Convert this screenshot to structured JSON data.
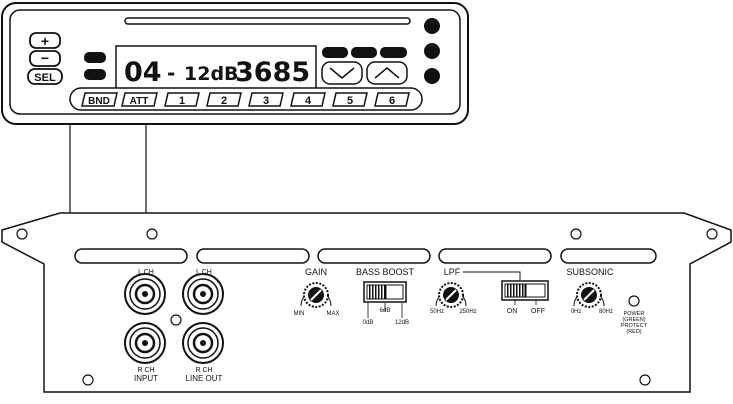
{
  "head_unit": {
    "left_buttons": [
      "+",
      "−",
      "SEL"
    ],
    "display": {
      "channel": "04",
      "separator": "-",
      "level": "12dB",
      "frequency": "3685"
    },
    "bottom_buttons": [
      "BND",
      "ATT",
      "1",
      "2",
      "3",
      "4",
      "5",
      "6"
    ]
  },
  "amplifier": {
    "input_l_label": "L CH",
    "input_r_label": "R CH",
    "input_label": "INPUT",
    "lineout_l_label": "L CH",
    "lineout_r_label": "R CH",
    "lineout_label": "LINE OUT",
    "gain": {
      "label": "GAIN",
      "min": "MIN",
      "max": "MAX"
    },
    "bass_boost": {
      "label": "BASS BOOST",
      "low": "0dB",
      "mid": "6dB",
      "high": "12dB"
    },
    "lpf": {
      "label": "LPF",
      "min": "50Hz",
      "max": "250Hz",
      "on": "ON",
      "off": "OFF"
    },
    "subsonic": {
      "label": "SUBSONIC",
      "min": "0Hz",
      "max": "80Hz"
    },
    "power_led": {
      "line1": "POWER",
      "line2": "(GREEN)",
      "line3": "PROTECT",
      "line4": "(RED)"
    }
  }
}
